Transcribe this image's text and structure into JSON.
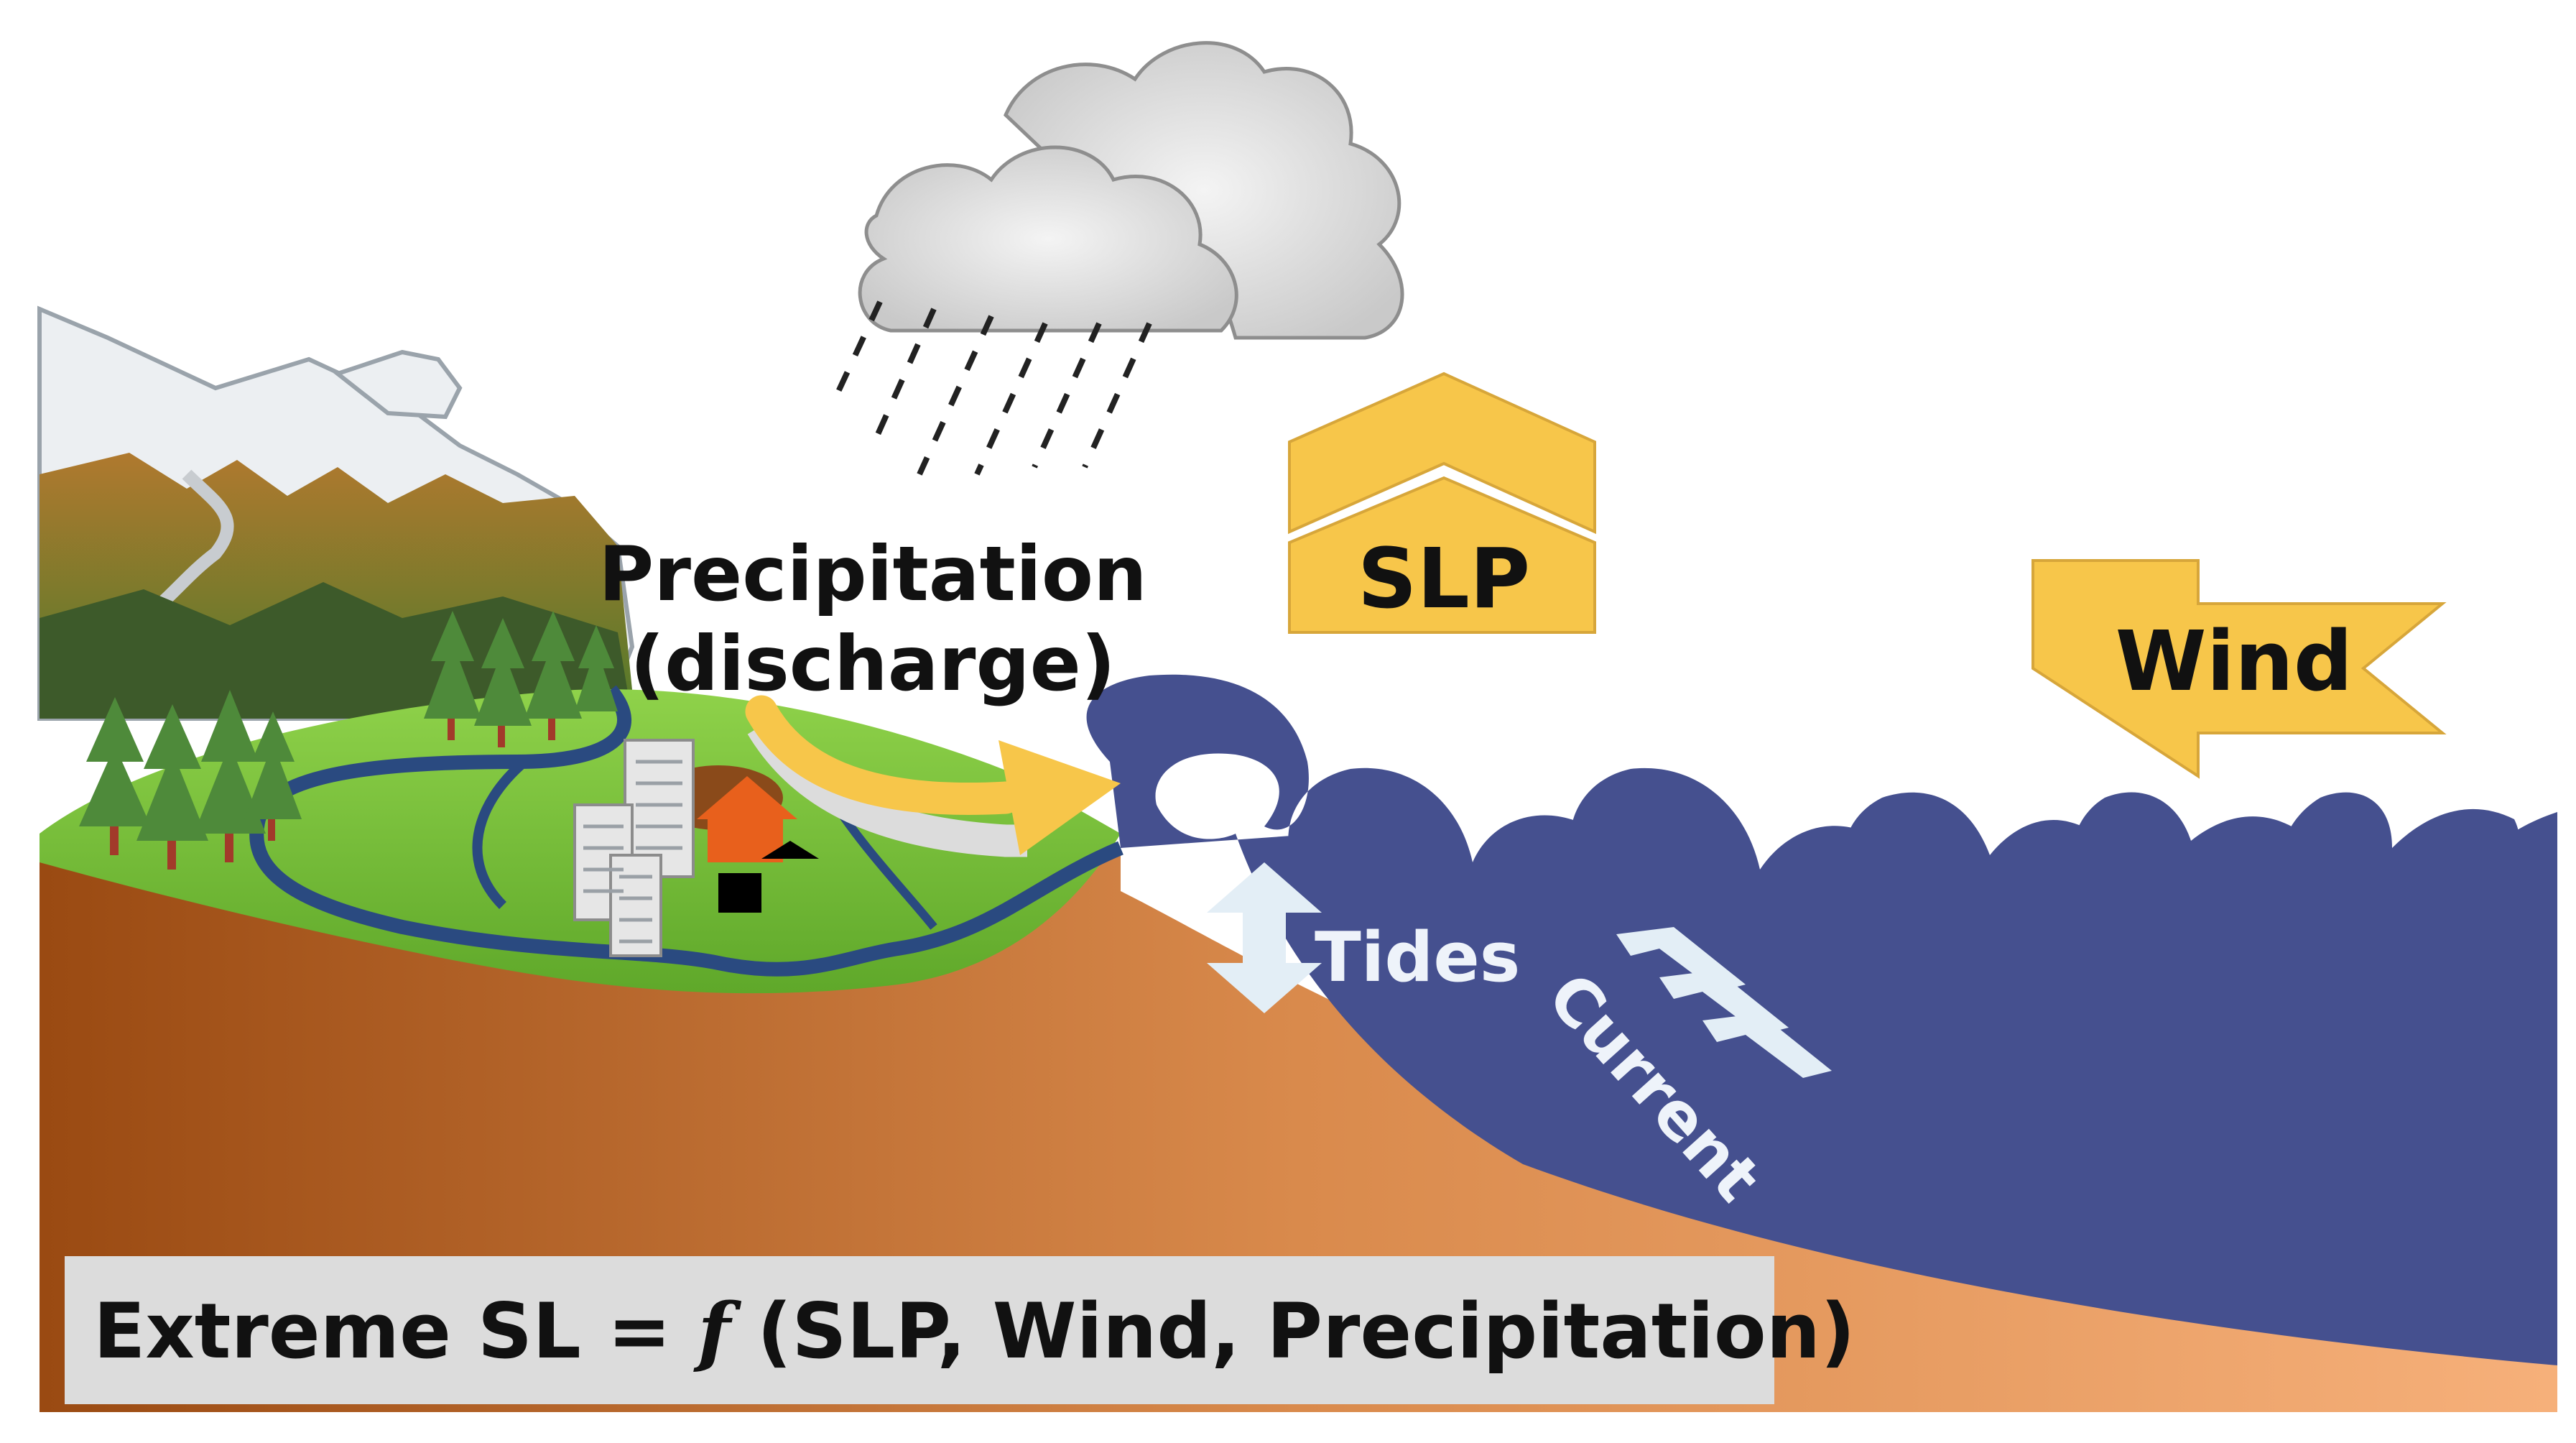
{
  "labels": {
    "precipitation_line1": "Precipitation",
    "precipitation_line2": "(discharge)",
    "slp": "SLP",
    "wind": "Wind",
    "tides": "Tides",
    "current": "Current"
  },
  "formula": {
    "left": "Extreme SL = ",
    "function_symbol": "f",
    "right": " (SLP, Wind, Precipitation)"
  },
  "colors": {
    "ocean": "#45508f",
    "land_dark": "#9a4a12",
    "land_light": "#f2a86a",
    "arrow_yellow": "#f7c64a",
    "tides_arrow": "#e3eef6",
    "grass": "#7fbf3a",
    "formula_box": "#dcdcdc"
  }
}
